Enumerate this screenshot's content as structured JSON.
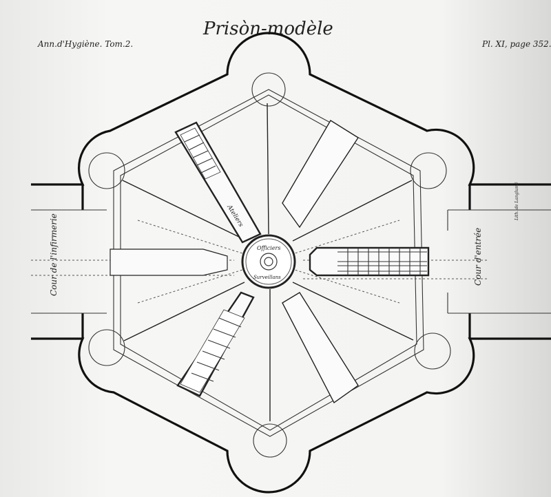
{
  "title": "Prisòn-modèle",
  "header_left": "Ann.d'Hygiène. Tom.2.",
  "header_right": "Pl. XI, page 352.",
  "labels": {
    "left_court": "Cour de l'infirmerie",
    "right_court": "Cour d'entrée",
    "workshop": "Ateliers",
    "center_top": "Officiers",
    "center_bottom": "Surveillans",
    "lithographer": "Lith. de Langlumé"
  }
}
